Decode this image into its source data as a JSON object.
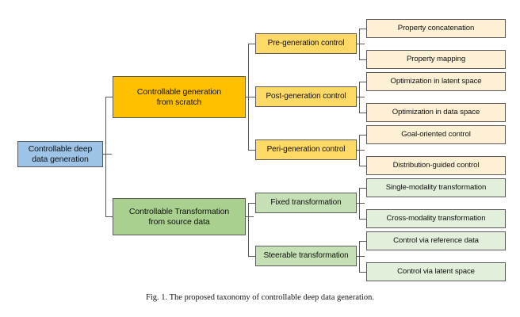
{
  "figure": {
    "caption": "Fig. 1.  The proposed taxonomy of controllable deep data generation.",
    "colors": {
      "root": "#9dc3e6",
      "generation_branch": "#ffc000",
      "generation_subcategory": "#ffd966",
      "generation_leaf": "#fdf0d5",
      "transformation_branch": "#a9d08e",
      "transformation_subcategory": "#c5e0b4",
      "transformation_leaf": "#e2efda",
      "connector": "#595959",
      "border": "#5a5a5a",
      "background": "#ffffff"
    }
  },
  "taxonomy": {
    "root": {
      "label": "Controllable deep\ndata generation"
    },
    "branches": [
      {
        "label": "Controllable generation\nfrom scratch",
        "subcategories": [
          {
            "label": "Pre-generation control",
            "leaves": [
              {
                "label": "Property concatenation"
              },
              {
                "label": "Property mapping"
              }
            ]
          },
          {
            "label": "Post-generation control",
            "leaves": [
              {
                "label": "Optimization in latent space"
              },
              {
                "label": "Optimization in data space"
              }
            ]
          },
          {
            "label": "Peri-generation control",
            "leaves": [
              {
                "label": "Goal-oriented control"
              },
              {
                "label": "Distribution-guided control"
              }
            ]
          }
        ]
      },
      {
        "label": "Controllable Transformation\nfrom source data",
        "subcategories": [
          {
            "label": "Fixed transformation",
            "leaves": [
              {
                "label": "Single-modality transformation"
              },
              {
                "label": "Cross-modality transformation"
              }
            ]
          },
          {
            "label": "Steerable transformation",
            "leaves": [
              {
                "label": "Control via reference data"
              },
              {
                "label": "Control via latent space"
              }
            ]
          }
        ]
      }
    ]
  }
}
